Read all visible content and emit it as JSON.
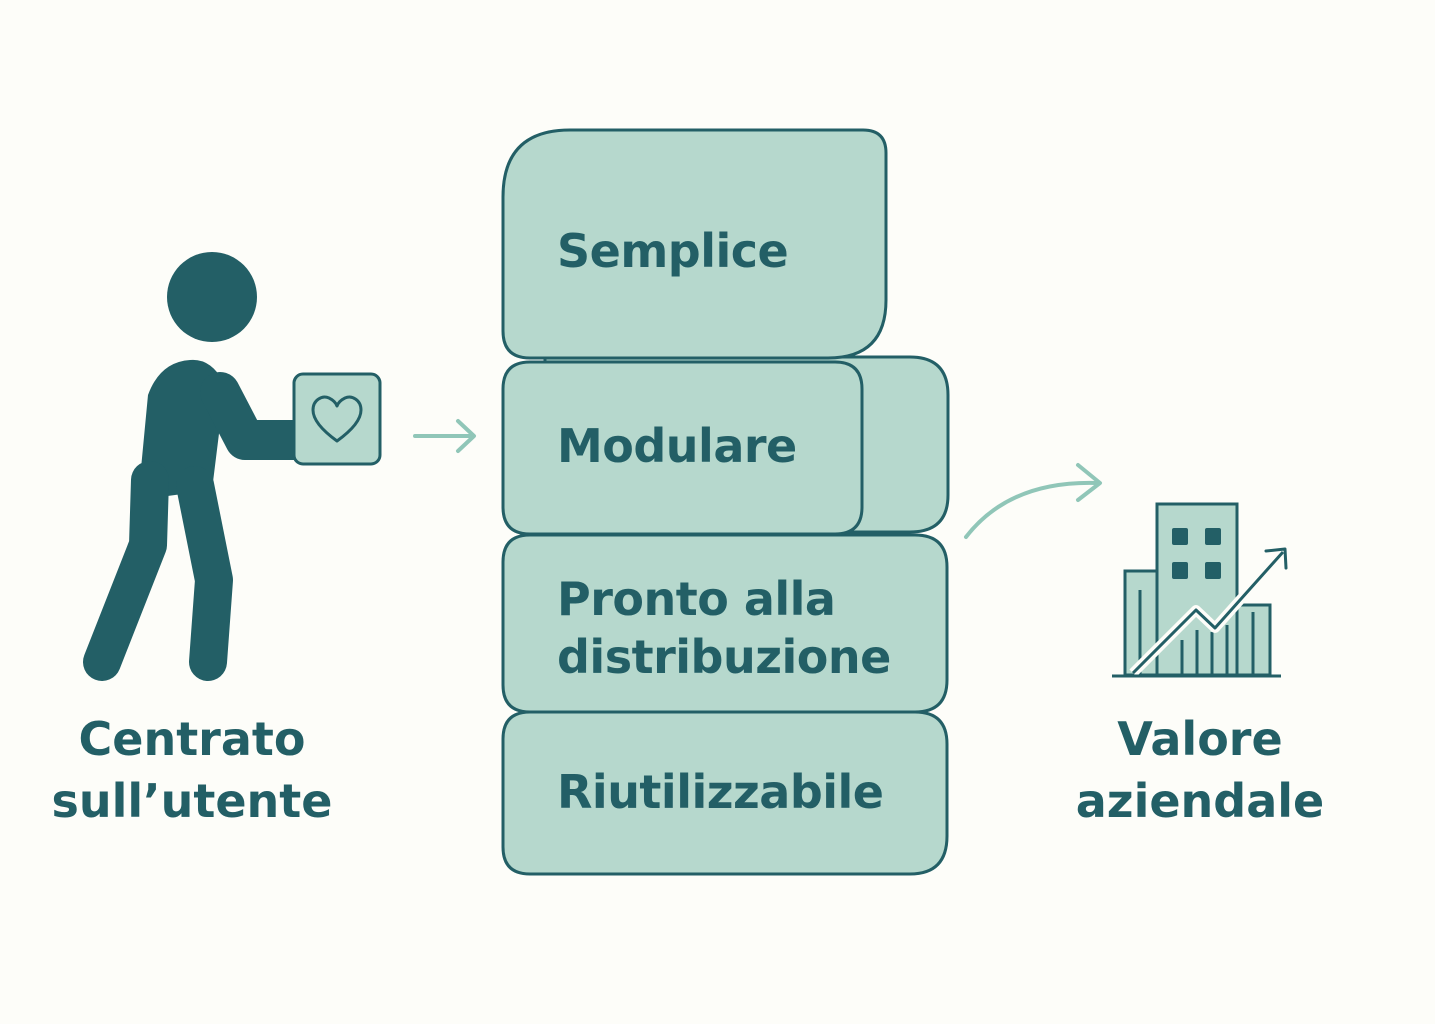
{
  "stack": {
    "blocks": [
      {
        "label": "Semplice"
      },
      {
        "label": "Modulare"
      },
      {
        "label": "Pronto alla distribuzione",
        "lines": [
          "Pronto alla",
          "distribuzione"
        ]
      },
      {
        "label": "Riutilizzabile"
      }
    ]
  },
  "left": {
    "caption_lines": [
      "Centrato",
      "sull’utente"
    ]
  },
  "right": {
    "caption_lines": [
      "Valore",
      "aziendale"
    ]
  },
  "icons": {
    "person": "person-carrying-icon",
    "heart_box": "heart-box-icon",
    "arrow_in": "arrow-right-icon",
    "arrow_out": "curved-arrow-icon",
    "growth": "building-growth-chart-icon"
  },
  "colors": {
    "dark_teal": "#235f66",
    "light_teal": "#b6d8cd",
    "arrow": "#90c6b8",
    "background": "#fdfdf9"
  }
}
